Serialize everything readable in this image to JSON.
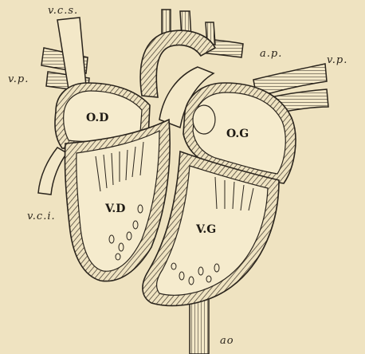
{
  "labels": {
    "vcs": "v.c.s.",
    "vp_left": "v.p.",
    "ap": "a.p.",
    "vp_right": "v.p.",
    "vci": "v.c.i.",
    "ao": "ao"
  },
  "chambers": {
    "od": "O.D",
    "og": "O.G",
    "vd": "V.D",
    "vg": "V.G"
  }
}
